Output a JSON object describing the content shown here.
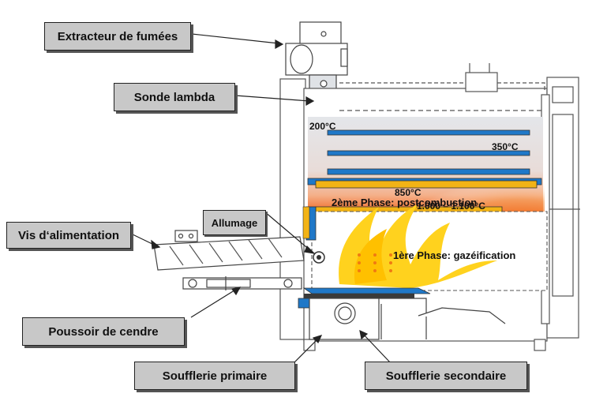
{
  "callouts": {
    "extracteur": "Extracteur de fumées",
    "sonde": "Sonde lambda",
    "vis": "Vis d‘alimentation",
    "allumage": "Allumage",
    "poussoir": "Poussoir de cendre",
    "soufflerie_primaire": "Soufflerie primaire",
    "soufflerie_secondaire": "Soufflerie secondaire"
  },
  "temperatures": {
    "t200": "200°C",
    "t350": "350°C",
    "t850": "850°C",
    "t1000": "1.000 – 1.100°C"
  },
  "phases": {
    "phase2": "2ème Phase: postcombustion",
    "phase1": "1ère Phase: gazéification"
  },
  "colors": {
    "callout_bg": "#c8c8c8",
    "tube_blue": "#1f78c8",
    "tube_orange": "#f2b316",
    "flame_orange": "#f07a12",
    "flame_yellow": "#ffd21e"
  }
}
